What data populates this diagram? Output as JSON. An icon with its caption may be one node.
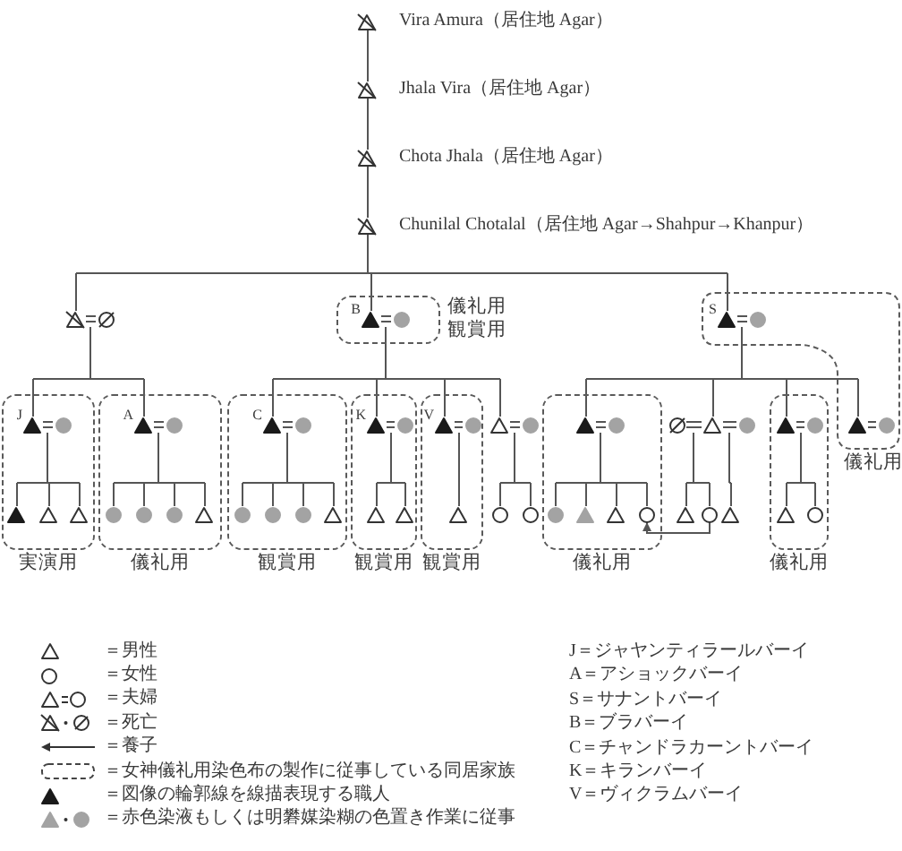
{
  "diagram": {
    "nodes": [
      {
        "text": [],
        "shape": "triangle",
        "beside": [
          "Vira Amura（居住地 Agar）"
        ]
      },
      {
        "text": [],
        "shape": "triangle",
        "beside": [
          "Jhala Vira（居住地 Agar）"
        ]
      },
      {
        "text": [],
        "shape": "triangle",
        "beside": [
          "Chota Jhala（居住地 Agar）"
        ]
      },
      {
        "text": [],
        "shape": "triangle",
        "beside": [
          "Chunilal Chotalal（居住地 Agar→Shahpur→Khanpur）"
        ]
      },
      {
        "text": [],
        "shape": "triangle"
      },
      {
        "text": [],
        "shape": "circle"
      },
      {
        "text": [],
        "shape": "box",
        "beside": [
          "儀礼用",
          "観賞用"
        ]
      },
      {
        "text": [],
        "shape": "triangle",
        "beside": [
          "B"
        ],
        "in": 6
      },
      {
        "text": [],
        "shape": "circle",
        "in": 6
      },
      {
        "text": [],
        "shape": "box",
        "beside": [
          "儀礼用"
        ]
      },
      {
        "text": [],
        "shape": "triangle",
        "beside": [
          "S"
        ],
        "in": 9
      },
      {
        "text": [],
        "shape": "circle",
        "in": 9
      },
      {
        "text": [],
        "shape": "box",
        "beside": [
          "実演用"
        ]
      },
      {
        "text": [],
        "shape": "triangle",
        "beside": [
          "J"
        ],
        "in": 12
      },
      {
        "text": [],
        "shape": "circle",
        "in": 12
      },
      {
        "text": [],
        "shape": "box",
        "beside": [
          "儀礼用"
        ]
      },
      {
        "text": [],
        "shape": "triangle",
        "beside": [
          "A"
        ],
        "in": 15
      },
      {
        "text": [],
        "shape": "circle",
        "in": 15
      },
      {
        "text": [],
        "shape": "box",
        "beside": [
          "観賞用"
        ]
      },
      {
        "text": [],
        "shape": "triangle",
        "beside": [
          "C"
        ],
        "in": 18
      },
      {
        "text": [],
        "shape": "circle",
        "in": 18
      },
      {
        "text": [],
        "shape": "box",
        "beside": [
          "観賞用"
        ]
      },
      {
        "text": [],
        "shape": "triangle",
        "beside": [
          "K"
        ],
        "in": 21
      },
      {
        "text": [],
        "shape": "circle",
        "in": 21
      },
      {
        "text": [],
        "shape": "box",
        "beside": [
          "観賞用"
        ]
      },
      {
        "text": [],
        "shape": "triangle",
        "beside": [
          "V"
        ],
        "in": 24
      },
      {
        "text": [],
        "shape": "circle",
        "in": 24
      },
      {
        "text": [],
        "shape": "triangle"
      },
      {
        "text": [],
        "shape": "circle"
      },
      {
        "text": [],
        "shape": "box",
        "beside": [
          "儀礼用"
        ]
      },
      {
        "text": [],
        "shape": "triangle",
        "in": 29
      },
      {
        "text": [],
        "shape": "circle",
        "in": 29
      },
      {
        "text": [],
        "shape": "circle"
      },
      {
        "text": [],
        "shape": "triangle"
      },
      {
        "text": [],
        "shape": "circle"
      },
      {
        "text": [],
        "shape": "box",
        "beside": [
          "儀礼用"
        ]
      },
      {
        "text": [],
        "shape": "triangle",
        "in": 35
      },
      {
        "text": [],
        "shape": "circle",
        "in": 35
      },
      {
        "text": [],
        "shape": "triangle",
        "in": 9
      },
      {
        "text": [],
        "shape": "circle",
        "in": 9
      },
      {
        "text": [],
        "shape": "triangle",
        "in": 12
      },
      {
        "text": [],
        "shape": "triangle",
        "in": 12
      },
      {
        "text": [],
        "shape": "triangle",
        "in": 12
      },
      {
        "text": [],
        "shape": "circle",
        "in": 15
      },
      {
        "text": [],
        "shape": "circle",
        "in": 15
      },
      {
        "text": [],
        "shape": "circle",
        "in": 15
      },
      {
        "text": [],
        "shape": "triangle",
        "in": 15
      },
      {
        "text": [],
        "shape": "circle",
        "in": 18
      },
      {
        "text": [],
        "shape": "circle",
        "in": 18
      },
      {
        "text": [],
        "shape": "circle",
        "in": 18
      },
      {
        "text": [],
        "shape": "triangle",
        "in": 18
      },
      {
        "text": [],
        "shape": "triangle",
        "in": 21
      },
      {
        "text": [],
        "shape": "triangle",
        "in": 21
      },
      {
        "text": [],
        "shape": "triangle",
        "in": 24
      },
      {
        "text": [],
        "shape": "circle"
      },
      {
        "text": [],
        "shape": "circle"
      },
      {
        "text": [],
        "shape": "circle",
        "in": 29
      },
      {
        "text": [],
        "shape": "triangle",
        "in": 29
      },
      {
        "text": [],
        "shape": "triangle",
        "in": 29
      },
      {
        "text": [],
        "shape": "circle",
        "in": 29
      },
      {
        "text": [],
        "shape": "triangle"
      },
      {
        "text": [],
        "shape": "circle"
      },
      {
        "text": [],
        "shape": "triangle"
      },
      {
        "text": [],
        "shape": "triangle",
        "in": 35
      },
      {
        "text": [],
        "shape": "circle",
        "in": 35
      }
    ],
    "edges": [
      {
        "from": 0,
        "to": 1,
        "arrow": "none"
      },
      {
        "from": 1,
        "to": 2,
        "arrow": "none"
      },
      {
        "from": 2,
        "to": 3,
        "arrow": "none"
      },
      {
        "from": 3,
        "to": 4,
        "arrow": "none"
      },
      {
        "from": 3,
        "to": 7,
        "arrow": "none"
      },
      {
        "from": 3,
        "to": 10,
        "arrow": "none"
      },
      {
        "from": 4,
        "to": 5,
        "arrow": "none"
      },
      {
        "from": 7,
        "to": 8,
        "arrow": "none"
      },
      {
        "from": 10,
        "to": 11,
        "arrow": "none"
      },
      {
        "from": 4,
        "to": 13,
        "arrow": "none"
      },
      {
        "from": 4,
        "to": 16,
        "arrow": "none"
      },
      {
        "from": 7,
        "to": 19,
        "arrow": "none"
      },
      {
        "from": 7,
        "to": 22,
        "arrow": "none"
      },
      {
        "from": 7,
        "to": 25,
        "arrow": "none"
      },
      {
        "from": 7,
        "to": 27,
        "arrow": "none"
      },
      {
        "from": 10,
        "to": 30,
        "arrow": "none"
      },
      {
        "from": 10,
        "to": 33,
        "arrow": "none"
      },
      {
        "from": 10,
        "to": 36,
        "arrow": "none"
      },
      {
        "from": 10,
        "to": 38,
        "arrow": "none"
      },
      {
        "from": 13,
        "to": 14,
        "arrow": "none"
      },
      {
        "from": 16,
        "to": 17,
        "arrow": "none"
      },
      {
        "from": 19,
        "to": 20,
        "arrow": "none"
      },
      {
        "from": 22,
        "to": 23,
        "arrow": "none"
      },
      {
        "from": 25,
        "to": 26,
        "arrow": "none"
      },
      {
        "from": 27,
        "to": 28,
        "arrow": "none"
      },
      {
        "from": 30,
        "to": 31,
        "arrow": "none"
      },
      {
        "from": 32,
        "to": 33,
        "arrow": "none"
      },
      {
        "from": 33,
        "to": 34,
        "arrow": "none"
      },
      {
        "from": 36,
        "to": 37,
        "arrow": "none"
      },
      {
        "from": 38,
        "to": 39,
        "arrow": "none"
      },
      {
        "from": 13,
        "to": 40,
        "arrow": "none"
      },
      {
        "from": 13,
        "to": 41,
        "arrow": "none"
      },
      {
        "from": 13,
        "to": 42,
        "arrow": "none"
      },
      {
        "from": 16,
        "to": 43,
        "arrow": "none"
      },
      {
        "from": 16,
        "to": 44,
        "arrow": "none"
      },
      {
        "from": 16,
        "to": 45,
        "arrow": "none"
      },
      {
        "from": 16,
        "to": 46,
        "arrow": "none"
      },
      {
        "from": 19,
        "to": 47,
        "arrow": "none"
      },
      {
        "from": 19,
        "to": 48,
        "arrow": "none"
      },
      {
        "from": 19,
        "to": 49,
        "arrow": "none"
      },
      {
        "from": 19,
        "to": 50,
        "arrow": "none"
      },
      {
        "from": 22,
        "to": 51,
        "arrow": "none"
      },
      {
        "from": 22,
        "to": 52,
        "arrow": "none"
      },
      {
        "from": 25,
        "to": 53,
        "arrow": "none"
      },
      {
        "from": 27,
        "to": 54,
        "arrow": "none"
      },
      {
        "from": 27,
        "to": 55,
        "arrow": "none"
      },
      {
        "from": 30,
        "to": 56,
        "arrow": "none"
      },
      {
        "from": 30,
        "to": 57,
        "arrow": "none"
      },
      {
        "from": 30,
        "to": 58,
        "arrow": "none"
      },
      {
        "from": 30,
        "to": 59,
        "arrow": "none"
      },
      {
        "from": 33,
        "to": 60,
        "arrow": "none"
      },
      {
        "from": 33,
        "to": 61,
        "arrow": "none"
      },
      {
        "from": 33,
        "to": 62,
        "arrow": "none"
      },
      {
        "from": 36,
        "to": 63,
        "arrow": "none"
      },
      {
        "from": 36,
        "to": 64,
        "arrow": "none"
      },
      {
        "from": 61,
        "to": 59,
        "arrow": "to"
      }
    ],
    "labels": [
      "J＝ジャヤンティラールバーイ",
      "A＝アショックバーイ",
      "S＝サナントバーイ",
      "B＝ブラバーイ",
      "C＝チャンドラカーントバーイ",
      "K＝キランバーイ",
      "V＝ヴィクラムバーイ"
    ],
    "legend": [
      {
        "text": "＝男性"
      },
      {
        "text": "＝女性"
      },
      {
        "text": "＝夫婦"
      },
      {
        "text": "＝死亡"
      },
      {
        "text": "＝養子"
      },
      {
        "text": "＝女神儀礼用染色布の製作に従事している同居家族"
      },
      {
        "text": "＝図像の輪郭線を線描表現する職人"
      },
      {
        "text": "＝赤色染液もしくは明礬媒染糊の色置き作業に従事"
      }
    ]
  }
}
